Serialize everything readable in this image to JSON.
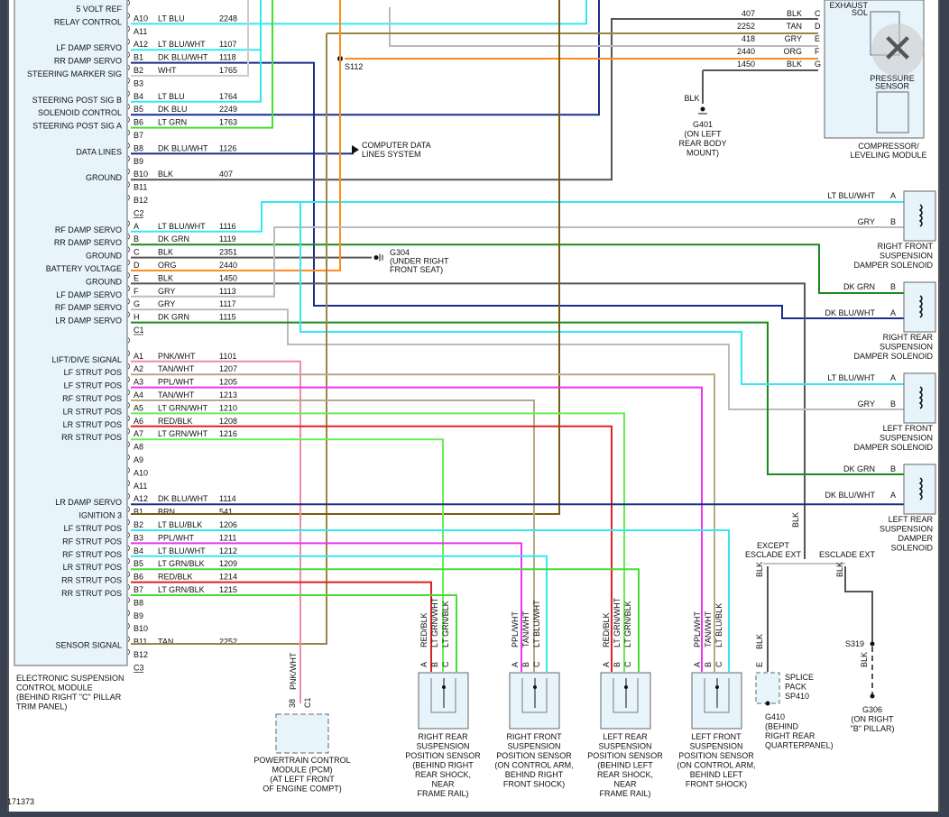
{
  "diagram_id": "171373",
  "close_icon": "✕",
  "colors": {
    "LT BLU": "#33e8f0",
    "LT BLU/WHT": "#33e8f0",
    "LT BLU/BLK": "#33e8f0",
    "DK BLU": "#1a2e8a",
    "DK BLU/WHT": "#1a2e8a",
    "LT GRN": "#44dd33",
    "LT GRN/WHT": "#66ee55",
    "LT GRN/BLK": "#44dd33",
    "DK GRN": "#1b8a1b",
    "BLK": "#555555",
    "WHT": "#cccccc",
    "GRY": "#bbbbbb",
    "ORG": "#ff8c1a",
    "TAN": "#9a8448",
    "TAN/WHT": "#b9a888",
    "BRN": "#7a5c10",
    "PNK/WHT": "#f08aa8",
    "PPL/WHT": "#ee33ee",
    "RED/BLK": "#dd2222"
  },
  "module": {
    "name_lines": [
      "ELECTRONIC SUSPENSION",
      "CONTROL MODULE",
      "(BEHIND RIGHT \"C\" PILLAR",
      "TRIM PANEL)"
    ],
    "pins": [
      {
        "pin": "",
        "signal": "5 VOLT REF",
        "color": "",
        "circuit": ""
      },
      {
        "pin": "A10",
        "signal": "RELAY CONTROL",
        "color": "LT BLU",
        "circuit": "2248"
      },
      {
        "pin": "A11",
        "signal": "",
        "color": "",
        "circuit": ""
      },
      {
        "pin": "A12",
        "signal": "LF DAMP SERVO",
        "color": "LT BLU/WHT",
        "circuit": "1107"
      },
      {
        "pin": "B1",
        "signal": "RR DAMP SERVO",
        "color": "DK BLU/WHT",
        "circuit": "1118"
      },
      {
        "pin": "B2",
        "signal": "STEERING MARKER SIG",
        "color": "WHT",
        "circuit": "1765"
      },
      {
        "pin": "B3",
        "signal": "",
        "color": "",
        "circuit": ""
      },
      {
        "pin": "B4",
        "signal": "STEERING POST SIG B",
        "color": "LT BLU",
        "circuit": "1764"
      },
      {
        "pin": "B5",
        "signal": "SOLENOID CONTROL",
        "color": "DK BLU",
        "circuit": "2249"
      },
      {
        "pin": "B6",
        "signal": "STEERING POST SIG A",
        "color": "LT GRN",
        "circuit": "1763"
      },
      {
        "pin": "B7",
        "signal": "",
        "color": "",
        "circuit": ""
      },
      {
        "pin": "B8",
        "signal": "DATA LINES",
        "color": "DK BLU/WHT",
        "circuit": "1126"
      },
      {
        "pin": "B9",
        "signal": "",
        "color": "",
        "circuit": ""
      },
      {
        "pin": "B10",
        "signal": "GROUND",
        "color": "BLK",
        "circuit": "407"
      },
      {
        "pin": "B11",
        "signal": "",
        "color": "",
        "circuit": ""
      },
      {
        "pin": "B12",
        "signal": "",
        "color": "",
        "circuit": ""
      },
      {
        "pin": "C2",
        "signal": "",
        "color": "",
        "circuit": "",
        "connector": true
      },
      {
        "pin": "A",
        "signal": "RF DAMP SERVO",
        "color": "LT BLU/WHT",
        "circuit": "1116"
      },
      {
        "pin": "B",
        "signal": "RR DAMP SERVO",
        "color": "DK GRN",
        "circuit": "1119"
      },
      {
        "pin": "C",
        "signal": "GROUND",
        "color": "BLK",
        "circuit": "2351"
      },
      {
        "pin": "D",
        "signal": "BATTERY VOLTAGE",
        "color": "ORG",
        "circuit": "2440"
      },
      {
        "pin": "E",
        "signal": "GROUND",
        "color": "BLK",
        "circuit": "1450"
      },
      {
        "pin": "F",
        "signal": "LF DAMP SERVO",
        "color": "GRY",
        "circuit": "1113"
      },
      {
        "pin": "G",
        "signal": "RF DAMP SERVO",
        "color": "GRY",
        "circuit": "1117"
      },
      {
        "pin": "H",
        "signal": "LR DAMP SERVO",
        "color": "DK GRN",
        "circuit": "1115"
      },
      {
        "pin": "C1",
        "signal": "",
        "color": "",
        "circuit": "",
        "connector": true
      },
      {
        "pin": "",
        "signal": "",
        "color": "",
        "circuit": ""
      },
      {
        "pin": "A1",
        "signal": "LIFT/DIVE SIGNAL",
        "color": "PNK/WHT",
        "circuit": "1101"
      },
      {
        "pin": "A2",
        "signal": "LF STRUT POS",
        "color": "TAN/WHT",
        "circuit": "1207"
      },
      {
        "pin": "A3",
        "signal": "LF STRUT POS",
        "color": "PPL/WHT",
        "circuit": "1205"
      },
      {
        "pin": "A4",
        "signal": "RF STRUT POS",
        "color": "TAN/WHT",
        "circuit": "1213"
      },
      {
        "pin": "A5",
        "signal": "LR STRUT POS",
        "color": "LT GRN/WHT",
        "circuit": "1210"
      },
      {
        "pin": "A6",
        "signal": "LR STRUT POS",
        "color": "RED/BLK",
        "circuit": "1208"
      },
      {
        "pin": "A7",
        "signal": "RR STRUT POS",
        "color": "LT GRN/WHT",
        "circuit": "1216"
      },
      {
        "pin": "A8",
        "signal": "",
        "color": "",
        "circuit": ""
      },
      {
        "pin": "A9",
        "signal": "",
        "color": "",
        "circuit": ""
      },
      {
        "pin": "A10",
        "signal": "",
        "color": "",
        "circuit": ""
      },
      {
        "pin": "A11",
        "signal": "",
        "color": "",
        "circuit": ""
      },
      {
        "pin": "A12",
        "signal": "LR DAMP SERVO",
        "color": "DK BLU/WHT",
        "circuit": "1114"
      },
      {
        "pin": "B1",
        "signal": "IGNITION 3",
        "color": "BRN",
        "circuit": "541"
      },
      {
        "pin": "B2",
        "signal": "LF STRUT POS",
        "color": "LT BLU/BLK",
        "circuit": "1206"
      },
      {
        "pin": "B3",
        "signal": "RF STRUT POS",
        "color": "PPL/WHT",
        "circuit": "1211"
      },
      {
        "pin": "B4",
        "signal": "RF STRUT POS",
        "color": "LT BLU/WHT",
        "circuit": "1212"
      },
      {
        "pin": "B5",
        "signal": "LR STRUT POS",
        "color": "LT GRN/BLK",
        "circuit": "1209"
      },
      {
        "pin": "B6",
        "signal": "RR STRUT POS",
        "color": "RED/BLK",
        "circuit": "1214"
      },
      {
        "pin": "B7",
        "signal": "RR STRUT POS",
        "color": "LT GRN/BLK",
        "circuit": "1215"
      },
      {
        "pin": "B8",
        "signal": "",
        "color": "",
        "circuit": ""
      },
      {
        "pin": "B9",
        "signal": "",
        "color": "",
        "circuit": ""
      },
      {
        "pin": "B10",
        "signal": "",
        "color": "",
        "circuit": ""
      },
      {
        "pin": "B11",
        "signal": "SENSOR SIGNAL",
        "color": "TAN",
        "circuit": "2252"
      },
      {
        "pin": "B12",
        "signal": "",
        "color": "",
        "circuit": ""
      },
      {
        "pin": "C3",
        "signal": "",
        "color": "",
        "circuit": "",
        "connector": true
      }
    ]
  },
  "compressor": {
    "name_lines": [
      "COMPRESSOR/",
      "LEVELING MODULE"
    ],
    "exhaust_label": [
      "EXHAUST",
      "SOL"
    ],
    "pressure_label": [
      "PRESSURE",
      "SENSOR"
    ],
    "pins": [
      {
        "circuit": "407",
        "color": "BLK",
        "pin": "C"
      },
      {
        "circuit": "2252",
        "color": "TAN",
        "pin": "D"
      },
      {
        "circuit": "418",
        "color": "GRY",
        "pin": "E"
      },
      {
        "circuit": "2440",
        "color": "ORG",
        "pin": "F"
      },
      {
        "circuit": "1450",
        "color": "BLK",
        "pin": "G"
      }
    ]
  },
  "grounds": {
    "g401": {
      "wire": "BLK",
      "lines": [
        "G401",
        "(ON LEFT",
        "REAR BODY",
        "MOUNT)"
      ]
    },
    "g304": {
      "lines": [
        "G304",
        "(UNDER RIGHT",
        "FRONT SEAT)"
      ]
    },
    "g410": {
      "lines": [
        "G410",
        "(BEHIND",
        "RIGHT REAR",
        "QUARTERPANEL)"
      ]
    },
    "g306": {
      "lines": [
        "G306",
        "(ON RIGHT",
        "\"B\" PILLAR)"
      ]
    }
  },
  "splices": {
    "s112": "S112",
    "s319": "S319"
  },
  "data_lines": [
    "COMPUTER DATA",
    "LINES SYSTEM"
  ],
  "solenoids": [
    {
      "name_lines": [
        "RIGHT FRONT",
        "SUSPENSION",
        "DAMPER SOLENOID"
      ],
      "pins": [
        {
          "color": "LT BLU/WHT",
          "pin": "A"
        },
        {
          "color": "GRY",
          "pin": "B"
        }
      ]
    },
    {
      "name_lines": [
        "RIGHT REAR",
        "SUSPENSION",
        "DAMPER SOLENOID"
      ],
      "pins": [
        {
          "color": "DK GRN",
          "pin": "B"
        },
        {
          "color": "DK BLU/WHT",
          "pin": "A"
        }
      ]
    },
    {
      "name_lines": [
        "LEFT FRONT",
        "SUSPENSION",
        "DAMPER SOLENOID"
      ],
      "pins": [
        {
          "color": "LT BLU/WHT",
          "pin": "A"
        },
        {
          "color": "GRY",
          "pin": "B"
        }
      ]
    },
    {
      "name_lines": [
        "LEFT REAR",
        "SUSPENSION",
        "DAMPER",
        "SOLENOID"
      ],
      "pins": [
        {
          "color": "DK GRN",
          "pin": "B"
        },
        {
          "color": "DK BLU/WHT",
          "pin": "A"
        }
      ]
    }
  ],
  "sensors": [
    {
      "name_lines": [
        "RIGHT REAR",
        "SUSPENSION",
        "POSITION SENSOR",
        "(BEHIND RIGHT",
        "REAR SHOCK,",
        "NEAR",
        "FRAME RAIL)"
      ],
      "wires": [
        "RED/BLK",
        "LT GRN/WHT",
        "LT GRN/BLK"
      ],
      "pins": [
        "A",
        "B",
        "C"
      ]
    },
    {
      "name_lines": [
        "RIGHT FRONT",
        "SUSPENSION",
        "POSITION SENSOR",
        "(ON CONTROL ARM,",
        "BEHIND RIGHT",
        "FRONT SHOCK)"
      ],
      "wires": [
        "PPL/WHT",
        "TAN/WHT",
        "LT BLU/WHT"
      ],
      "pins": [
        "A",
        "B",
        "C"
      ]
    },
    {
      "name_lines": [
        "LEFT REAR",
        "SUSPENSION",
        "POSITION SENSOR",
        "(BEHIND LEFT",
        "REAR SHOCK,",
        "NEAR",
        "FRAME RAIL)"
      ],
      "wires": [
        "RED/BLK",
        "LT GRN/WHT",
        "LT GRN/BLK"
      ],
      "pins": [
        "A",
        "B",
        "C"
      ]
    },
    {
      "name_lines": [
        "LEFT FRONT",
        "SUSPENSION",
        "POSITION SENSOR",
        "(ON CONTROL ARM,",
        "BEHIND LEFT",
        "FRONT SHOCK)"
      ],
      "wires": [
        "PPL/WHT",
        "TAN/WHT",
        "LT BLU/BLK"
      ],
      "pins": [
        "A",
        "B",
        "C"
      ]
    }
  ],
  "pcm": {
    "name_lines": [
      "POWERTRAIN CONTROL",
      "MODULE (PCM)",
      "(AT LEFT FRONT",
      "OF ENGINE COMPT)"
    ],
    "wire": "PNK/WHT",
    "pin": "38",
    "connector": "C1"
  },
  "splice_pack": {
    "name_lines": [
      "SPLICE",
      "PACK",
      "SP410"
    ],
    "pin": "E",
    "wire": "BLK"
  },
  "branches": {
    "except": [
      "EXCEPT",
      "ESCLADE EXT"
    ],
    "esclade": "ESCLADE EXT",
    "wire": "BLK"
  }
}
